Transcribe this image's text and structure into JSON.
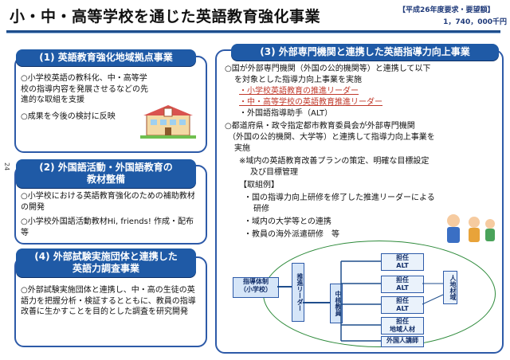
{
  "header": {
    "title": "小・中・高等学校を通じた英語教育強化事業",
    "budget_label": "【平成26年度要求・要望額】",
    "budget_amount": "1，740，000千円"
  },
  "side_mark": "24",
  "section1": {
    "title": "(1) 英語教育強化地域拠点事業",
    "items": [
      "○小学校英語の教科化、中・高等学校の指導内容を発展させるなどの先進的な取組を支援",
      "○成果を今後の検討に反映"
    ]
  },
  "section2": {
    "title_line1": "(2) 外国語活動・外国語教育の",
    "title_line2": "教材整備",
    "items": [
      "○小学校における英語教育強化のための補助教材の開発",
      "○小学校外国語活動教材Hi, friends! 作成・配布　　等"
    ]
  },
  "section3": {
    "title_line1": "(4) 外部試験実施団体と連携した",
    "title_line2": "英語力調査事業",
    "items": [
      "○外部試験実施団体と連携し、中・高の生徒の英語力を把握分析・検証するとともに、教員の指導改善に生かすことを目的とした調査を研究開発"
    ]
  },
  "section4": {
    "title": "(3) 外部専門機関と連携した英語指導力向上事業",
    "lines": [
      "○国が外部専門機関（外国の公的機関等）と連携して以下",
      "を対象とした指導力向上事業を実施",
      "・小学校英語教育の推進リーダー",
      "・中・高等学校の英語教育推進リーダー",
      "・外国語指導助手（ALT）",
      "○都道府県・政令指定都市教育委員会が外部専門機関",
      "（外国の公的機関、大学等）と連携して指導力向上事業を",
      "実施",
      "※域内の英語教育改善プランの策定、明確な目標設定",
      "及び目標管理",
      "【取組例】",
      "・国の指導力向上研修を修了した推進リーダーによる",
      "研修",
      "・域内の大学等との連携",
      "・教員の海外派遣研修　等"
    ]
  },
  "diagram": {
    "system": "指導体制\n（小学校）",
    "leader": "推進リーダー",
    "teacher": "中核教員",
    "boxes": [
      "担任\nALT",
      "担任\nALT",
      "担任\nALT",
      "担任\n地域人材",
      "外国人講師"
    ],
    "side_label": "人地材域"
  },
  "colors": {
    "accent": "#1f5aa6",
    "border": "#2d5aa8",
    "highlight": "#c0392b"
  }
}
